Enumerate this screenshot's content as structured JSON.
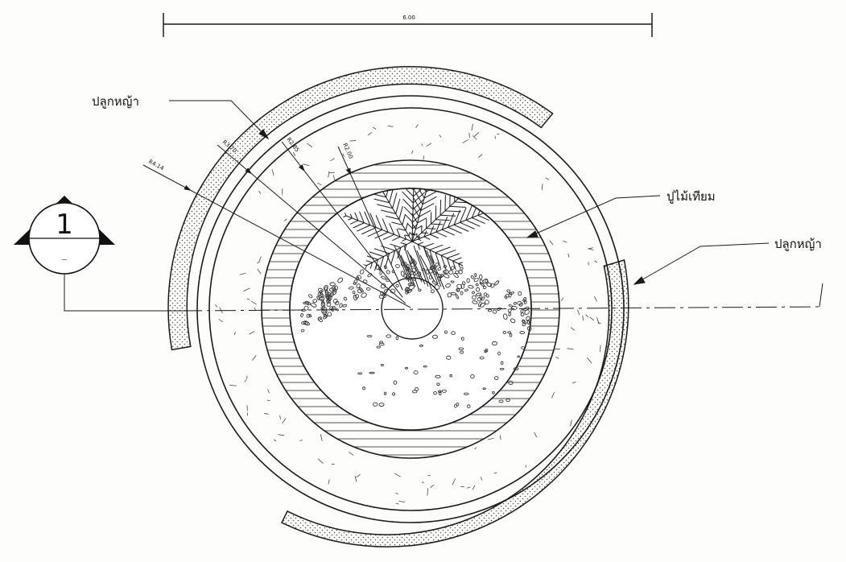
{
  "dimension": {
    "overall": "6.00"
  },
  "labels": {
    "grass_top": "ปลูกหญ้า",
    "grass_right": "ปลูกหญ้า",
    "deck": "ปูไม้เทียม"
  },
  "radii": [
    "R4.14",
    "R3.70",
    "R2.85",
    "R2.00"
  ],
  "section_mark": {
    "number": "1",
    "sheet": "—"
  },
  "colors": {
    "line": "#1a1a1a",
    "paper": "#fdfdfb"
  }
}
